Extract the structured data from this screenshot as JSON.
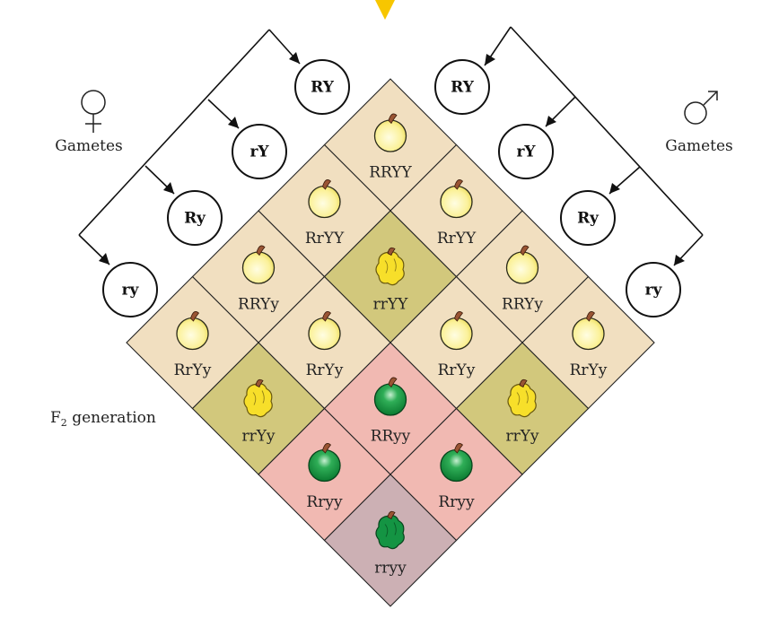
{
  "labels": {
    "female_gametes": "Gametes",
    "male_gametes": "Gametes",
    "f2_prefix": "F",
    "f2_sub": "2",
    "f2_suffix": " generation"
  },
  "female_gametes": [
    "RY",
    "rY",
    "Ry",
    "ry"
  ],
  "male_gametes": [
    "RY",
    "rY",
    "Ry",
    "ry"
  ],
  "grid": [
    {
      "row": 0,
      "col": 0,
      "genotype": "RRYY",
      "seed": "round-yellow",
      "fill": "#f1dfc0"
    },
    {
      "row": 0,
      "col": 1,
      "genotype": "RrYY",
      "seed": "round-yellow",
      "fill": "#f1dfc0"
    },
    {
      "row": 0,
      "col": 2,
      "genotype": "RRYy",
      "seed": "round-yellow",
      "fill": "#f1dfc0"
    },
    {
      "row": 0,
      "col": 3,
      "genotype": "RrYy",
      "seed": "round-yellow",
      "fill": "#f1dfc0"
    },
    {
      "row": 1,
      "col": 0,
      "genotype": "RrYY",
      "seed": "round-yellow",
      "fill": "#f1dfc0"
    },
    {
      "row": 1,
      "col": 1,
      "genotype": "rrYY",
      "seed": "wrinkled-yellow",
      "fill": "#d2c87c"
    },
    {
      "row": 1,
      "col": 2,
      "genotype": "RrYy",
      "seed": "round-yellow",
      "fill": "#f1dfc0"
    },
    {
      "row": 1,
      "col": 3,
      "genotype": "rrYy",
      "seed": "wrinkled-yellow",
      "fill": "#d2c87c"
    },
    {
      "row": 2,
      "col": 0,
      "genotype": "RRYy",
      "seed": "round-yellow",
      "fill": "#f1dfc0"
    },
    {
      "row": 2,
      "col": 1,
      "genotype": "RrYy",
      "seed": "round-yellow",
      "fill": "#f1dfc0"
    },
    {
      "row": 2,
      "col": 2,
      "genotype": "RRyy",
      "seed": "round-green",
      "fill": "#f1b9b2"
    },
    {
      "row": 2,
      "col": 3,
      "genotype": "Rryy",
      "seed": "round-green",
      "fill": "#f1b9b2"
    },
    {
      "row": 3,
      "col": 0,
      "genotype": "RrYy",
      "seed": "round-yellow",
      "fill": "#f1dfc0"
    },
    {
      "row": 3,
      "col": 1,
      "genotype": "rrYy",
      "seed": "wrinkled-yellow",
      "fill": "#d2c87c"
    },
    {
      "row": 3,
      "col": 2,
      "genotype": "Rryy",
      "seed": "round-green",
      "fill": "#f1b9b2"
    },
    {
      "row": 3,
      "col": 3,
      "genotype": "rryy",
      "seed": "wrinkled-green",
      "fill": "#ccb0b4"
    }
  ],
  "colors": {
    "arrow_top": "#f7c600",
    "yellow_seed": "#fbf199",
    "yellow_seed_light": "#fffde2",
    "wrinkled_yellow": "#f7df2a",
    "green_seed": "#0f8e3a",
    "green_seed_light": "#c6efd0",
    "wrinkled_green": "#149443",
    "stem": "#9a5534"
  },
  "icons": {
    "female": "female-symbol-icon",
    "male": "male-symbol-icon"
  }
}
